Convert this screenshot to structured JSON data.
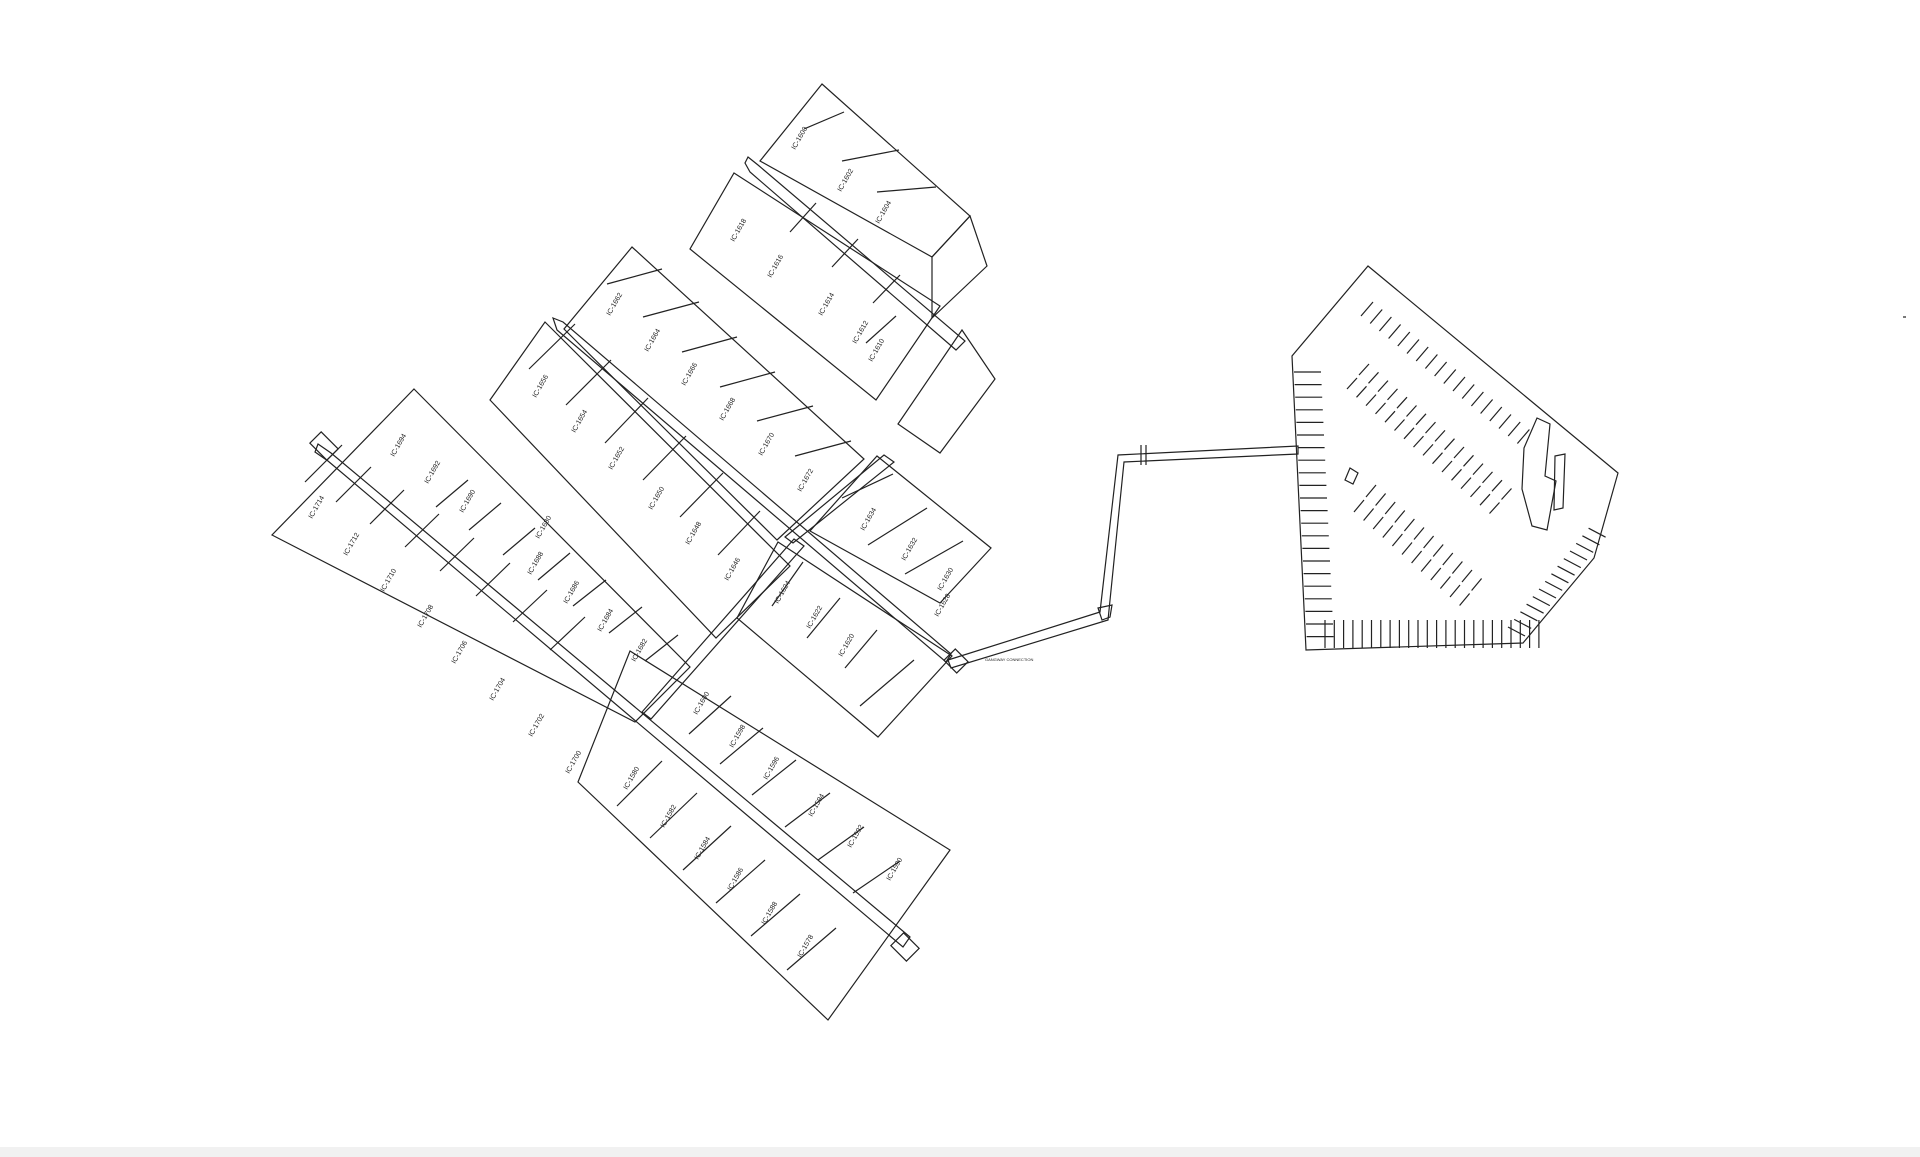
{
  "document": {
    "title": "Marina dock and parking site plan"
  },
  "colors": {
    "background": "#ffffff",
    "line": "#222222",
    "bottom_strip": "#f1f1f1"
  },
  "dock_a_north_labels": [
    "IC-1714",
    "IC-1712",
    "IC-1710",
    "IC-1708",
    "IC-1706",
    "IC-1704",
    "IC-1702",
    "IC-1700"
  ],
  "dock_a_south_labels": [
    "IC-1694",
    "IC-1692",
    "IC-1690",
    "IC-1688",
    "IC-1686",
    "IC-1684",
    "IC-1682",
    "IC-1680"
  ],
  "dock_b_north_labels": [
    "IC-1656",
    "IC-1654",
    "IC-1652",
    "IC-1650",
    "IC-1648",
    "IC-1646"
  ],
  "dock_b_south_labels": [
    "IC-1662",
    "IC-1664",
    "IC-1666",
    "IC-1668",
    "IC-1670",
    "IC-1672"
  ],
  "dock_c_north_labels": [
    "IC-1618",
    "IC-1616",
    "IC-1614",
    "IC-1612",
    "IC-1610"
  ],
  "dock_c_south_labels": [
    "IC-1600",
    "IC-1602",
    "IC-1604"
  ],
  "dock_d_north_labels": [
    "IC-1634",
    "IC-1632",
    "IC-1630",
    "IC-1628"
  ],
  "dock_d_south_labels": [
    "IC-1624",
    "IC-1622",
    "IC-1620"
  ],
  "dock_e_north_labels": [
    "IC-1600",
    "IC-1598",
    "IC-1596",
    "IC-1594",
    "IC-1592",
    "IC-1590"
  ],
  "dock_e_south_labels": [
    "IC-1580",
    "IC-1582",
    "IC-1584",
    "IC-1586",
    "IC-1588",
    "IC-1578"
  ],
  "walkway_note": "GANGWAY CONNECTION"
}
